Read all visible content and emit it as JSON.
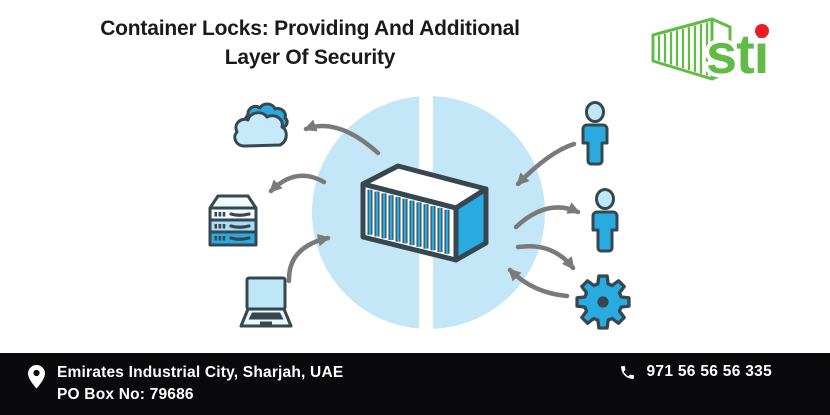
{
  "header": {
    "title_line1": "Container Locks: Providing And Additional",
    "title_line2": "Layer Of Security"
  },
  "logo": {
    "text": "sti",
    "green": "#62BB46",
    "red": "#EC1C24"
  },
  "diagram": {
    "center_icon": "shipping-container-icon",
    "left_icons": [
      "cloud-icon",
      "server-icon",
      "laptop-icon"
    ],
    "right_icons": [
      "person-icon",
      "person-icon",
      "gear-icon"
    ],
    "arrow_count": 7
  },
  "footer": {
    "address_line1": "Emirates Industrial City, Sharjah, UAE",
    "address_line2": "PO Box No: 79686",
    "phone": "971 56 56 56 335",
    "icons": [
      "location-pin-icon",
      "phone-icon"
    ]
  },
  "colors": {
    "cyan": "#29ABE2",
    "light_blue": "#C6EAF9",
    "circle_fill": "#C3E7F7",
    "dark_outline": "#37474F",
    "arrow_gray": "#7A7A7A",
    "logo_green": "#62BB46",
    "logo_red": "#EC1C24",
    "footer_bg": "#0A0A0C",
    "title_color": "#1A1A1A"
  }
}
